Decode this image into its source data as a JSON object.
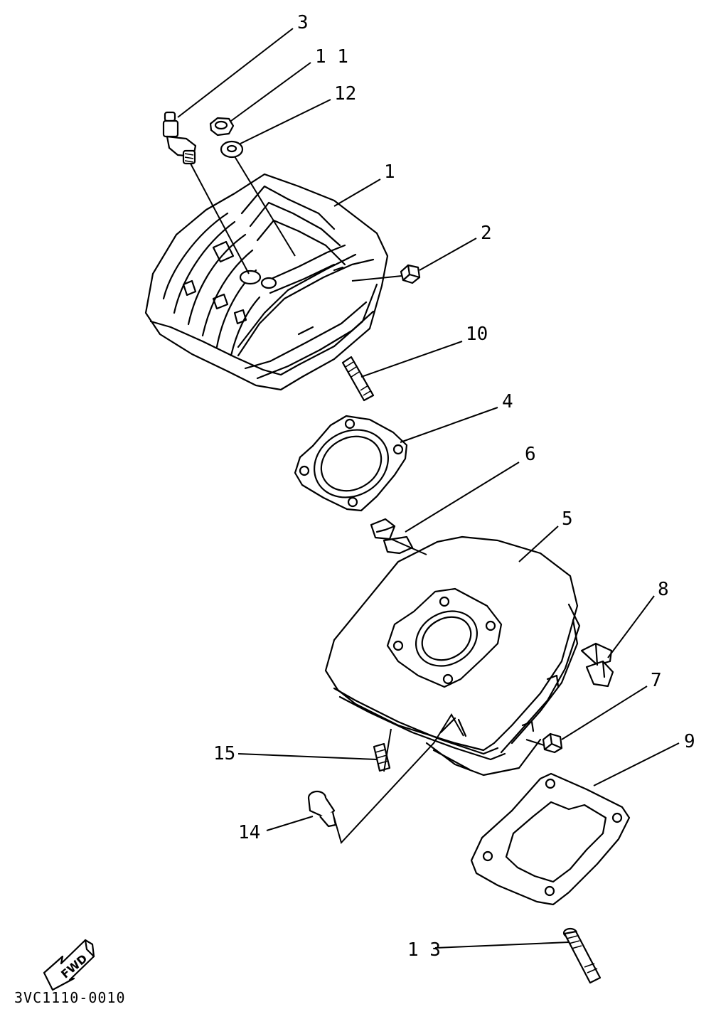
{
  "callouts": {
    "c1": "1",
    "c2": "2",
    "c3": "3",
    "c4": "4",
    "c5": "5",
    "c6": "6",
    "c7": "7",
    "c8": "8",
    "c9": "9",
    "c10": "10",
    "c11": "1 1",
    "c12": "12",
    "c13": "1 3",
    "c14": "14",
    "c15": "15"
  },
  "fwd_arrow": {
    "label": "FWD"
  },
  "diagram_code": "3VC1110-0010"
}
